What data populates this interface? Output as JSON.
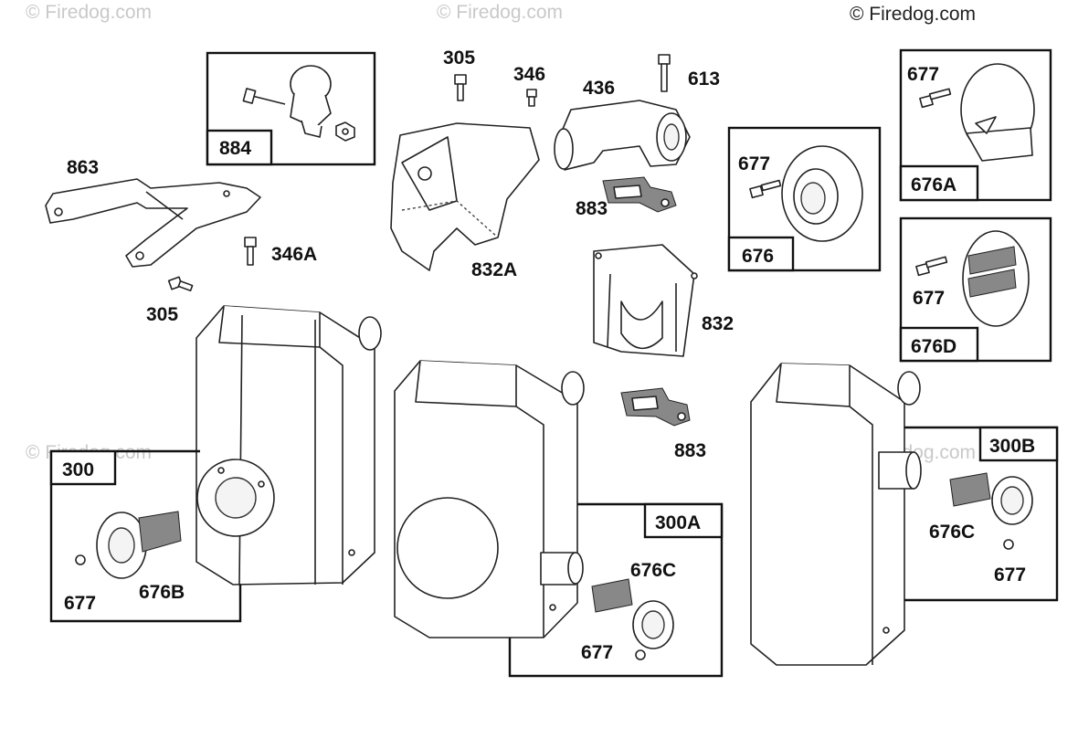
{
  "copyright": "© Firedog.com",
  "watermark": "© Firedog.com",
  "labels": {
    "l863": "863",
    "l305a": "305",
    "l346a": "346A",
    "l305b": "305",
    "l346": "346",
    "l436": "436",
    "l613": "613",
    "l883a": "883",
    "l832a": "832A",
    "l832": "832",
    "l883b": "883",
    "l677_676": "677",
    "l677_676a": "677",
    "l677_676d": "677",
    "l677_300": "677",
    "l676b": "676B",
    "l676c_300a": "676C",
    "l677_300a": "677",
    "l676c_300b": "676C",
    "l677_300b": "677"
  },
  "callout_boxes": {
    "b884": "884",
    "b676": "676",
    "b676a": "676A",
    "b676d": "676D",
    "b300": "300",
    "b300a": "300A",
    "b300b": "300B"
  }
}
